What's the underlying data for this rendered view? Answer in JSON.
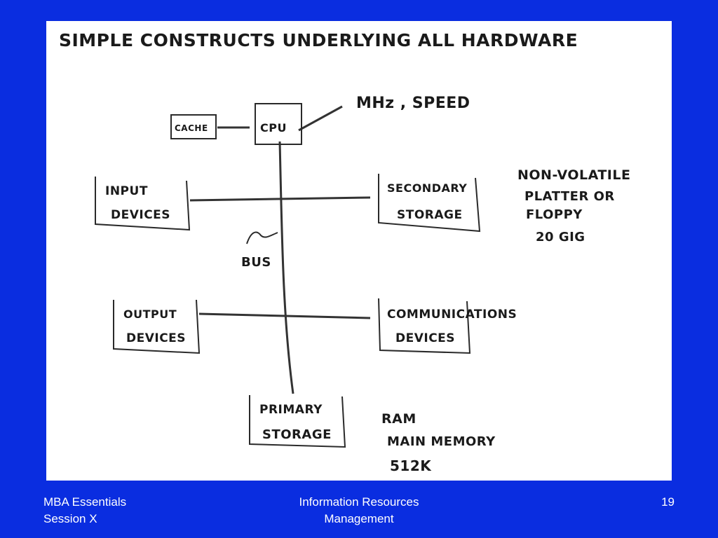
{
  "slide": {
    "title": "SIMPLE CONSTRUCTS UNDERLYING ALL HARDWARE",
    "nodes": {
      "cache": "CACHE",
      "cpu": "CPU",
      "input_line1": "INPUT",
      "input_line2": "DEVICES",
      "secondary_line1": "SECONDARY",
      "secondary_line2": "STORAGE",
      "output_line1": "OUTPUT",
      "output_line2": "DEVICES",
      "comm_line1": "COMMUNICATIONS",
      "comm_line2": "DEVICES",
      "primary_line1": "PRIMARY",
      "primary_line2": "STORAGE",
      "bus": "BUS"
    },
    "annotations": {
      "cpu_note": "MHz , SPEED",
      "secondary_note_1": "NON-VOLATILE",
      "secondary_note_2": "PLATTER OR",
      "secondary_note_3": "FLOPPY",
      "secondary_note_4": "20 GIG",
      "primary_note_1": "RAM",
      "primary_note_2": "MAIN MEMORY",
      "primary_note_3": "512K"
    }
  },
  "footer": {
    "left_line1": "MBA Essentials",
    "left_line2": "Session X",
    "center_line1": "Information Resources",
    "center_line2": "Management",
    "page_number": "19"
  },
  "colors": {
    "background": "#0a2de0",
    "canvas": "#ffffff",
    "ink": "#1a1a1a"
  }
}
